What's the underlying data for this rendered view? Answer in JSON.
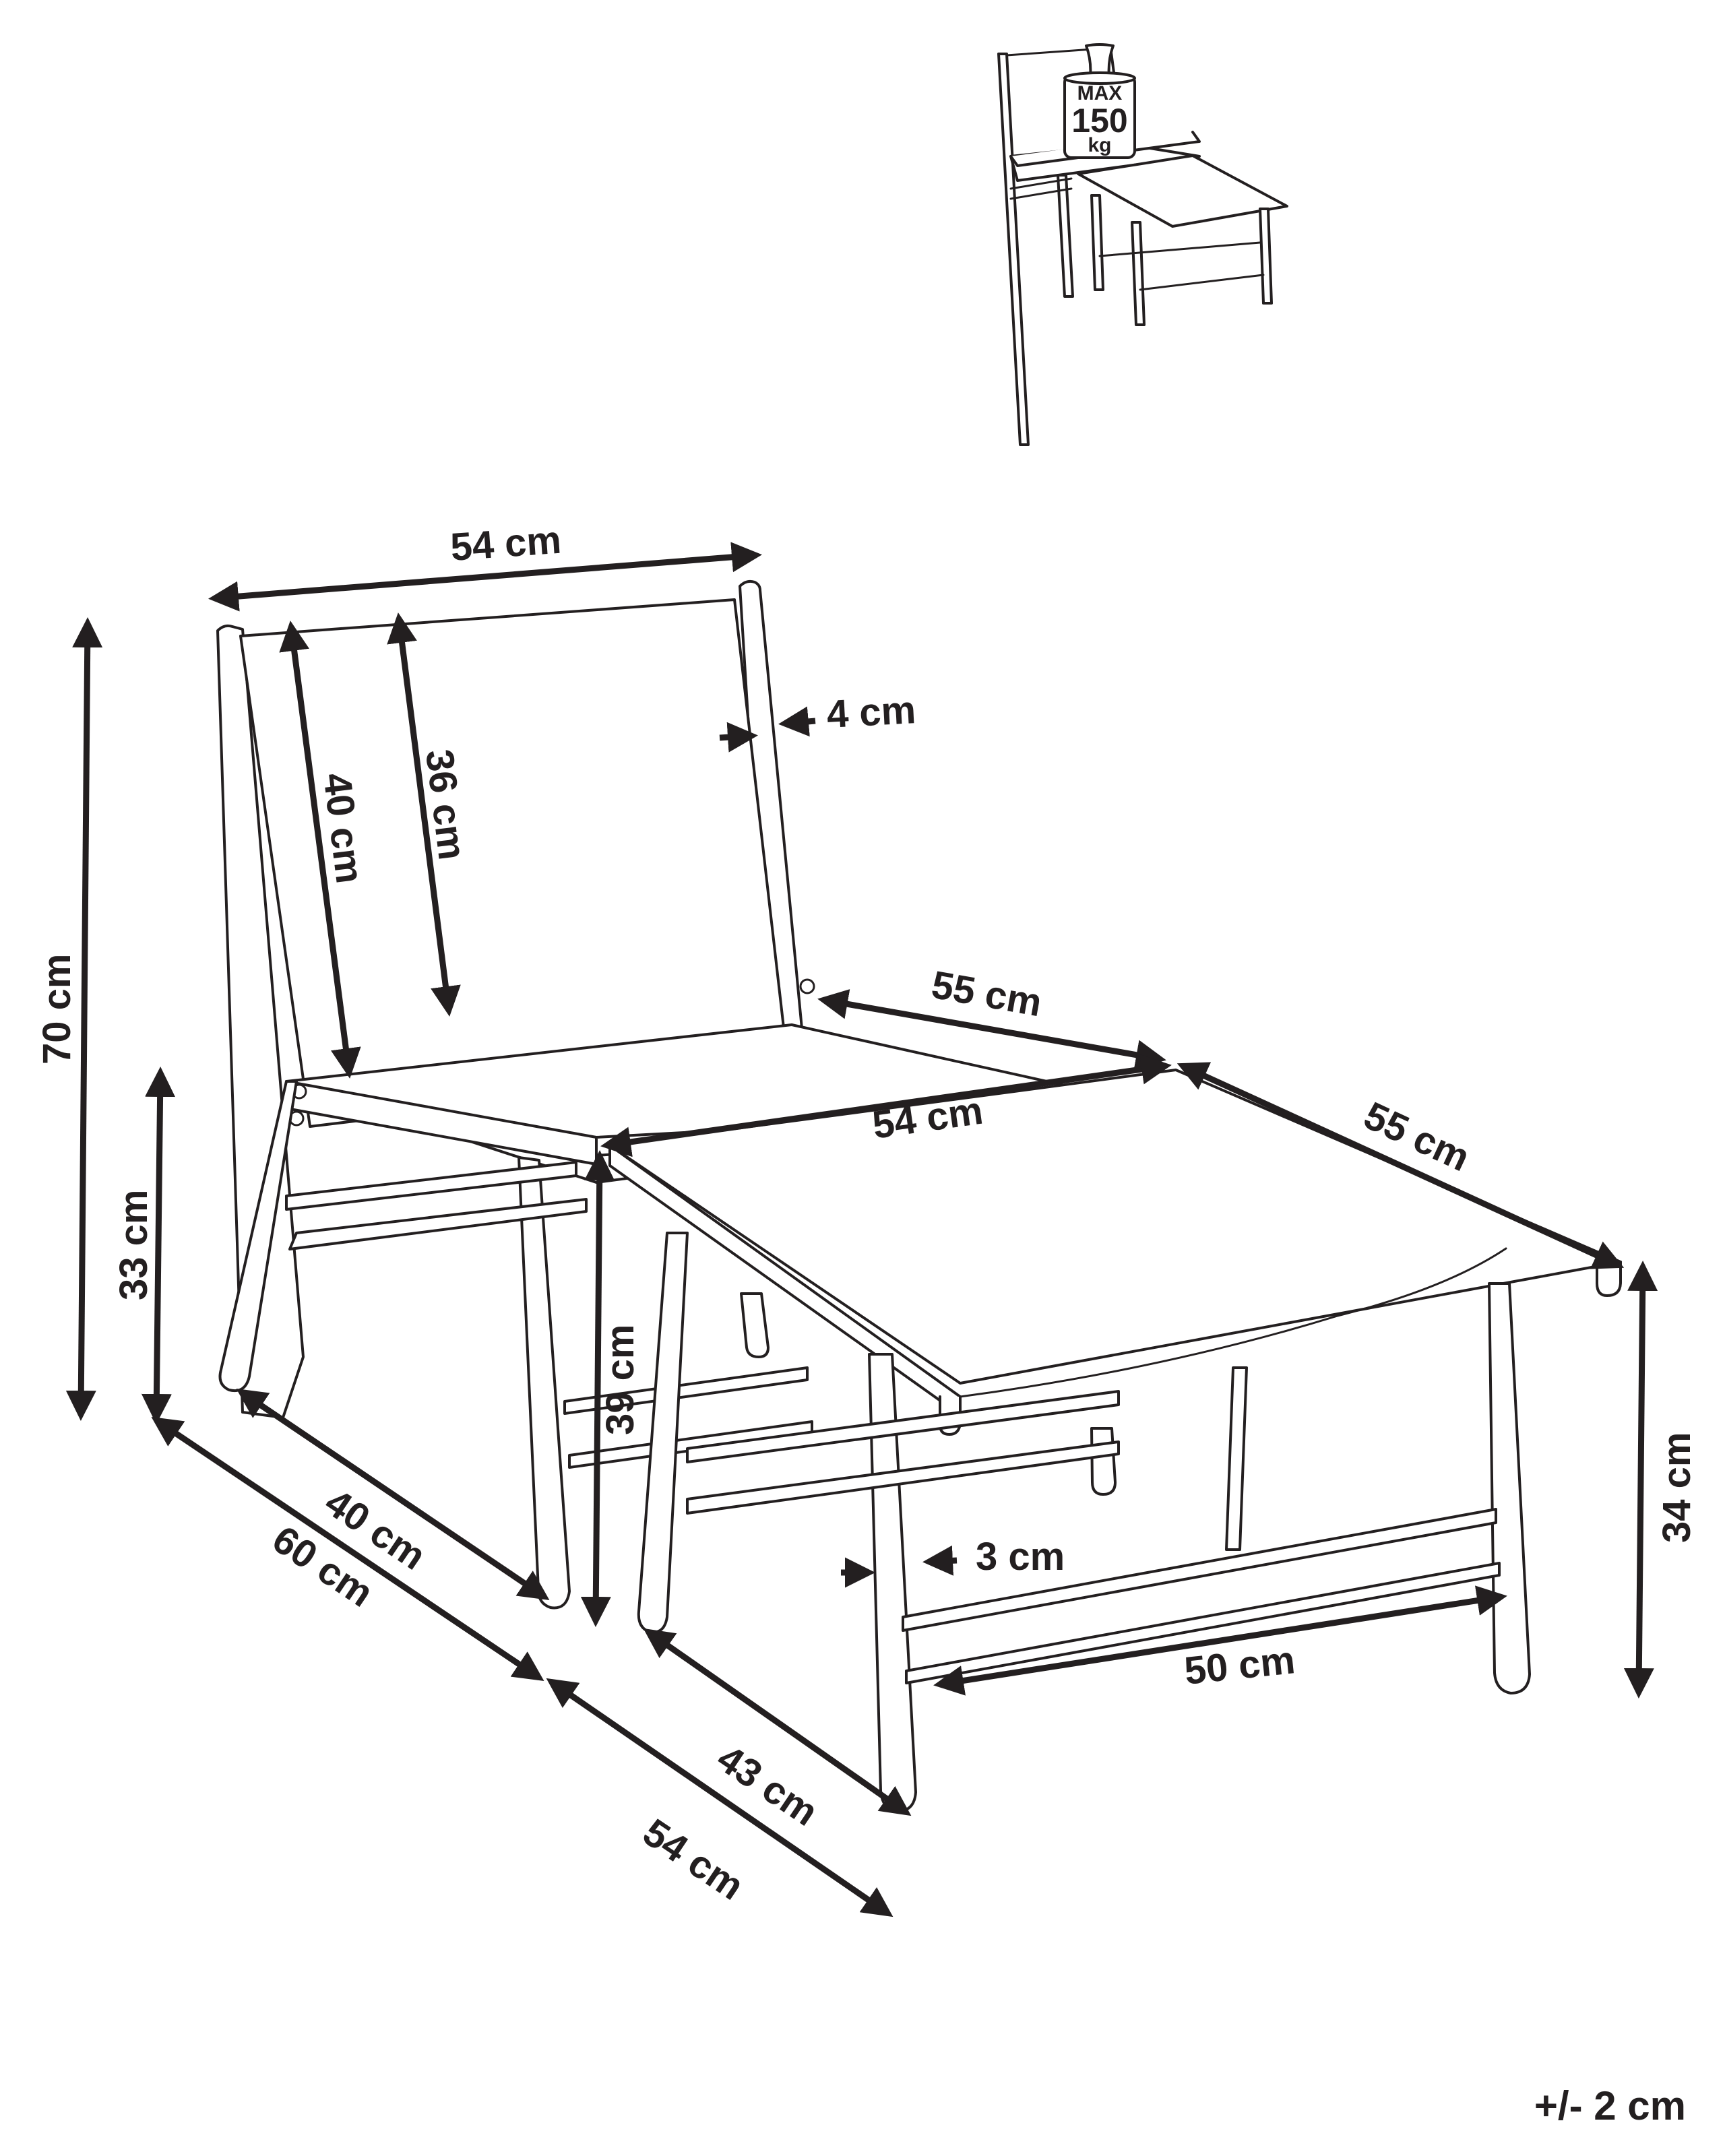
{
  "diagram": {
    "type": "product-dimension-drawing",
    "subject": "outdoor chair with ottoman",
    "tolerance_note": "+/- 2 cm",
    "colors": {
      "line": "#231f20",
      "background": "#ffffff"
    }
  },
  "load_badge": {
    "line1": "MAX",
    "line2": "150",
    "line3": "kg"
  },
  "dimensions": {
    "chair_back_width": "54 cm",
    "chair_back_frame_height": "40 cm",
    "chair_back_panel_height": "36 cm",
    "frame_thickness_back": "4 cm",
    "chair_total_height": "70 cm",
    "chair_seat_height": "33 cm",
    "chair_seat_depth_top": "55 cm",
    "chair_seat_width_front": "54 cm",
    "chair_leg_depth": "40 cm",
    "chair_total_depth": "60 cm",
    "ottoman_front_height": "39 cm",
    "ottoman_length": "55 cm",
    "ottoman_rear_height": "34 cm",
    "ottoman_leg_thickness": "3 cm",
    "ottoman_rail_length": "50 cm",
    "ottoman_leg_depth": "43 cm",
    "ottoman_total_width": "54 cm"
  }
}
